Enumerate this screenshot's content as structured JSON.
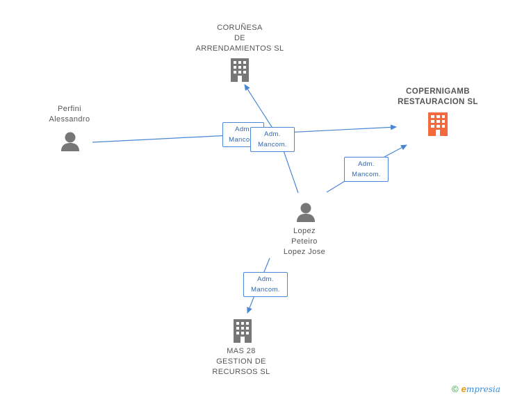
{
  "colors": {
    "edge": "#4a86d4",
    "company": "#777777",
    "main_company": "#f26a3d",
    "person": "#777777"
  },
  "nodes": {
    "corunesa": {
      "lines": [
        "CORUÑESA",
        "DE",
        "ARRENDAMIENTOS SL"
      ],
      "icon": "building-icon"
    },
    "copernigamb": {
      "lines": [
        "COPERNIGAMB",
        "RESTAURACION SL"
      ],
      "icon": "building-icon"
    },
    "perfini": {
      "lines": [
        "Perfini",
        "Alessandro"
      ],
      "icon": "person-icon"
    },
    "lopez": {
      "lines": [
        "Lopez",
        "Peteiro",
        "Lopez Jose"
      ],
      "icon": "person-icon"
    },
    "mas28": {
      "lines": [
        "MAS 28",
        "GESTION DE",
        "RECURSOS SL"
      ],
      "icon": "building-icon"
    }
  },
  "edges": [
    {
      "from": "perfini",
      "to": "copernigamb",
      "label": [
        "Adm.",
        "Mancom."
      ]
    },
    {
      "from": "lopez",
      "to": "corunesa",
      "label": [
        "Adm.",
        "Mancom."
      ]
    },
    {
      "from": "lopez",
      "to": "copernigamb",
      "label": [
        "Adm.",
        "Mancom."
      ]
    },
    {
      "from": "lopez",
      "to": "mas28",
      "label": [
        "Adm.",
        "Mancom."
      ]
    }
  ],
  "footer": {
    "copyright": "©",
    "brand_initial": "e",
    "brand_rest": "mpresia"
  }
}
